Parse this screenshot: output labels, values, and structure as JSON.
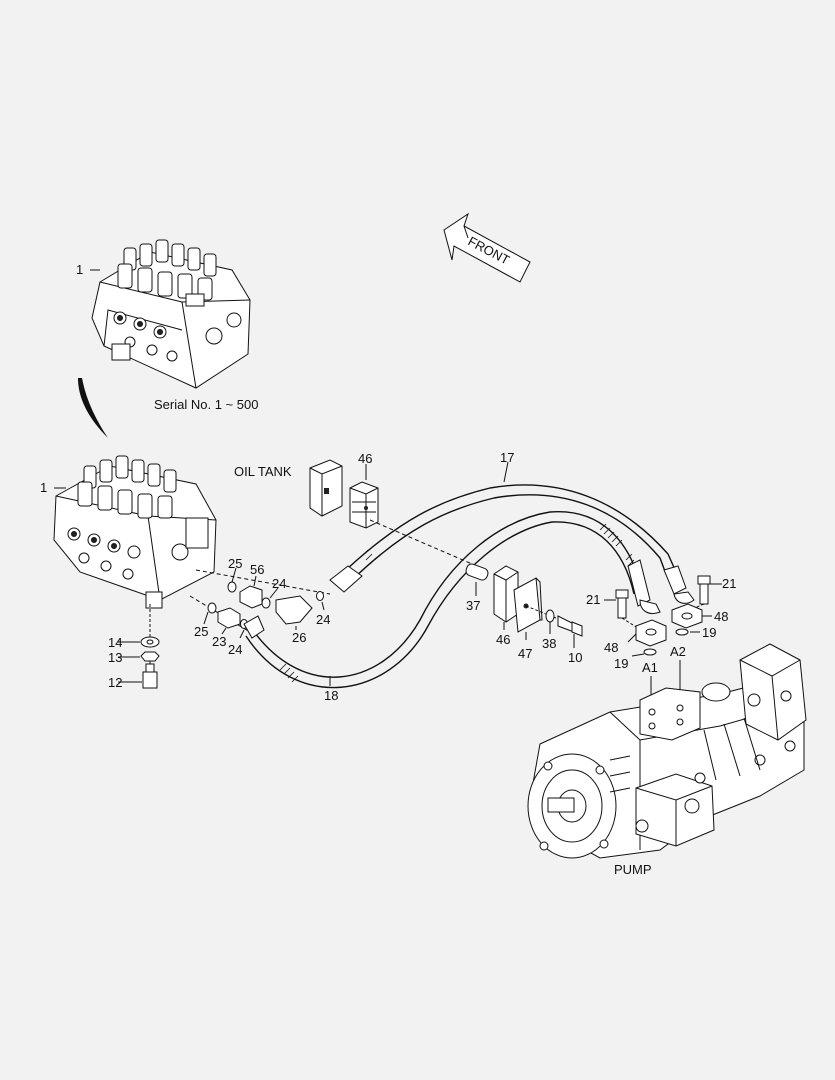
{
  "labels": {
    "serial": "Serial No. 1 ~ 500",
    "oil_tank": "OIL TANK",
    "front": "FRONT",
    "pump": "PUMP"
  },
  "callouts": {
    "mcv_top": "1",
    "mcv_main": "1",
    "c46_top": "46",
    "c17": "17",
    "c25_a": "25",
    "c56": "56",
    "c24_a": "24",
    "c24_b": "24",
    "c25_b": "25",
    "c23": "23",
    "c24_c": "24",
    "c26": "26",
    "c14": "14",
    "c13": "13",
    "c12": "12",
    "c18": "18",
    "c37": "37",
    "c46_b": "46",
    "c47": "47",
    "c38": "38",
    "c10": "10",
    "c21_a": "21",
    "c21_b": "21",
    "c48_a": "48",
    "c48_b": "48",
    "c19_a": "19",
    "c19_b": "19",
    "a1": "A1",
    "a2": "A2"
  }
}
